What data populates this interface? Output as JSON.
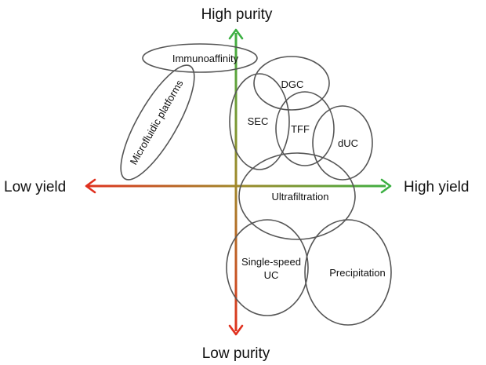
{
  "axes": {
    "top_label": "High purity",
    "bottom_label": "Low purity",
    "left_label": "Low yield",
    "right_label": "High yield"
  },
  "colors": {
    "high_end": "#3cb043",
    "mid": "#a0892a",
    "low_end": "#e0301e",
    "ellipse_stroke": "#555555"
  },
  "methods": {
    "immunoaffinity": "Immunoaffinity",
    "microfluidic": "Microfluidic platforms",
    "dgc": "DGC",
    "sec": "SEC",
    "tff": "TFF",
    "duc": "dUC",
    "ultrafiltration": "Ultrafiltration",
    "single_speed_uc_line1": "Single-speed",
    "single_speed_uc_line2": "UC",
    "precipitation": "Precipitation"
  }
}
